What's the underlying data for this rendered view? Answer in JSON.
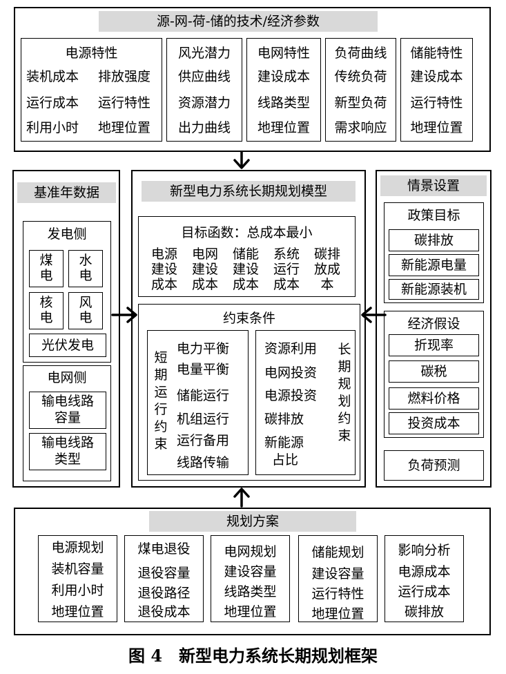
{
  "top": {
    "title": "源-网-荷-储的技术/经济参数",
    "power": {
      "title": "电源特性",
      "items": [
        "装机成本",
        "排放强度",
        "运行成本",
        "运行特性",
        "利用小时",
        "地理位置"
      ]
    },
    "renewable": {
      "items": [
        "风光潜力",
        "供应曲线",
        "资源潜力",
        "出力曲线"
      ]
    },
    "grid": {
      "items": [
        "电网特性",
        "建设成本",
        "线路类型",
        "地理位置"
      ]
    },
    "load": {
      "items": [
        "负荷曲线",
        "传统负荷",
        "新型负荷",
        "需求响应"
      ]
    },
    "storage": {
      "items": [
        "储能特性",
        "建设成本",
        "运行特性",
        "地理位置"
      ]
    }
  },
  "left": {
    "title": "基准年数据",
    "gen": {
      "title": "发电侧",
      "coal": "煤电",
      "hydro": "水电",
      "nuclear": "核电",
      "wind": "风电",
      "pv": "光伏发电"
    },
    "grid": {
      "title": "电网侧",
      "capacity": "输电线路容量",
      "type": "输电线路类型"
    }
  },
  "center": {
    "title": "新型电力系统长期规划模型",
    "objective": {
      "title": "目标函数：总成本最小",
      "cols": [
        "电源建设成本",
        "电网建设成本",
        "储能建设成本",
        "系统运行成本",
        "碳排放成本"
      ]
    },
    "constraints": {
      "title": "约束条件",
      "short_label": "短期运行约束",
      "short_items": [
        "电力平衡",
        "电量平衡",
        "储能运行",
        "机组运行",
        "运行备用",
        "线路传输"
      ],
      "long_items": [
        "资源利用",
        "电网投资",
        "电源投资",
        "碳排放",
        "新能源",
        "占比"
      ],
      "long_label": "长期规划约束"
    }
  },
  "right": {
    "title": "情景设置",
    "policy": {
      "title": "政策目标",
      "items": [
        "碳排放",
        "新能源电量",
        "新能源装机"
      ]
    },
    "econ": {
      "title": "经济假设",
      "items": [
        "折现率",
        "碳税",
        "燃料价格",
        "投资成本"
      ]
    },
    "load_forecast": "负荷预测"
  },
  "bottom": {
    "title": "规划方案",
    "boxes": [
      [
        "电源规划",
        "装机容量",
        "利用小时",
        "地理位置"
      ],
      [
        "煤电退役",
        "退役容量",
        "退役路径",
        "退役成本"
      ],
      [
        "电网规划",
        "建设容量",
        "线路类型",
        "地理位置"
      ],
      [
        "储能规划",
        "建设容量",
        "运行特性",
        "地理位置"
      ],
      [
        "影响分析",
        "电源成本",
        "运行成本",
        "碳排放"
      ]
    ]
  },
  "caption": "图 4　新型电力系统长期规划框架"
}
